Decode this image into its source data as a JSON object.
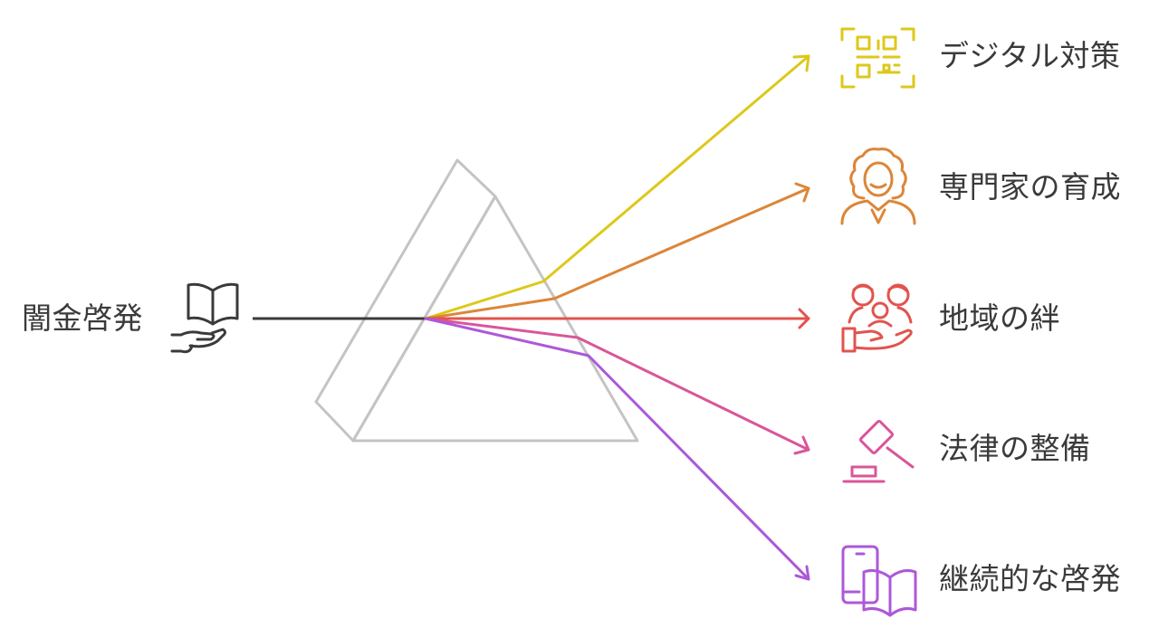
{
  "source": {
    "label": "闇金啓発",
    "icon": "hand-holding-book-icon",
    "color": "#3a3a3a"
  },
  "prism": {
    "color": "#c4c4c4"
  },
  "branches": [
    {
      "label": "デジタル対策",
      "icon": "qr-code-icon",
      "color": "#ddc81b"
    },
    {
      "label": "専門家の育成",
      "icon": "judge-icon",
      "color": "#dc8638"
    },
    {
      "label": "地域の絆",
      "icon": "community-hand-icon",
      "color": "#e2534e"
    },
    {
      "label": "法律の整備",
      "icon": "gavel-icon",
      "color": "#d9569a"
    },
    {
      "label": "継続的な啓発",
      "icon": "phone-book-icon",
      "color": "#ad58d8"
    }
  ]
}
